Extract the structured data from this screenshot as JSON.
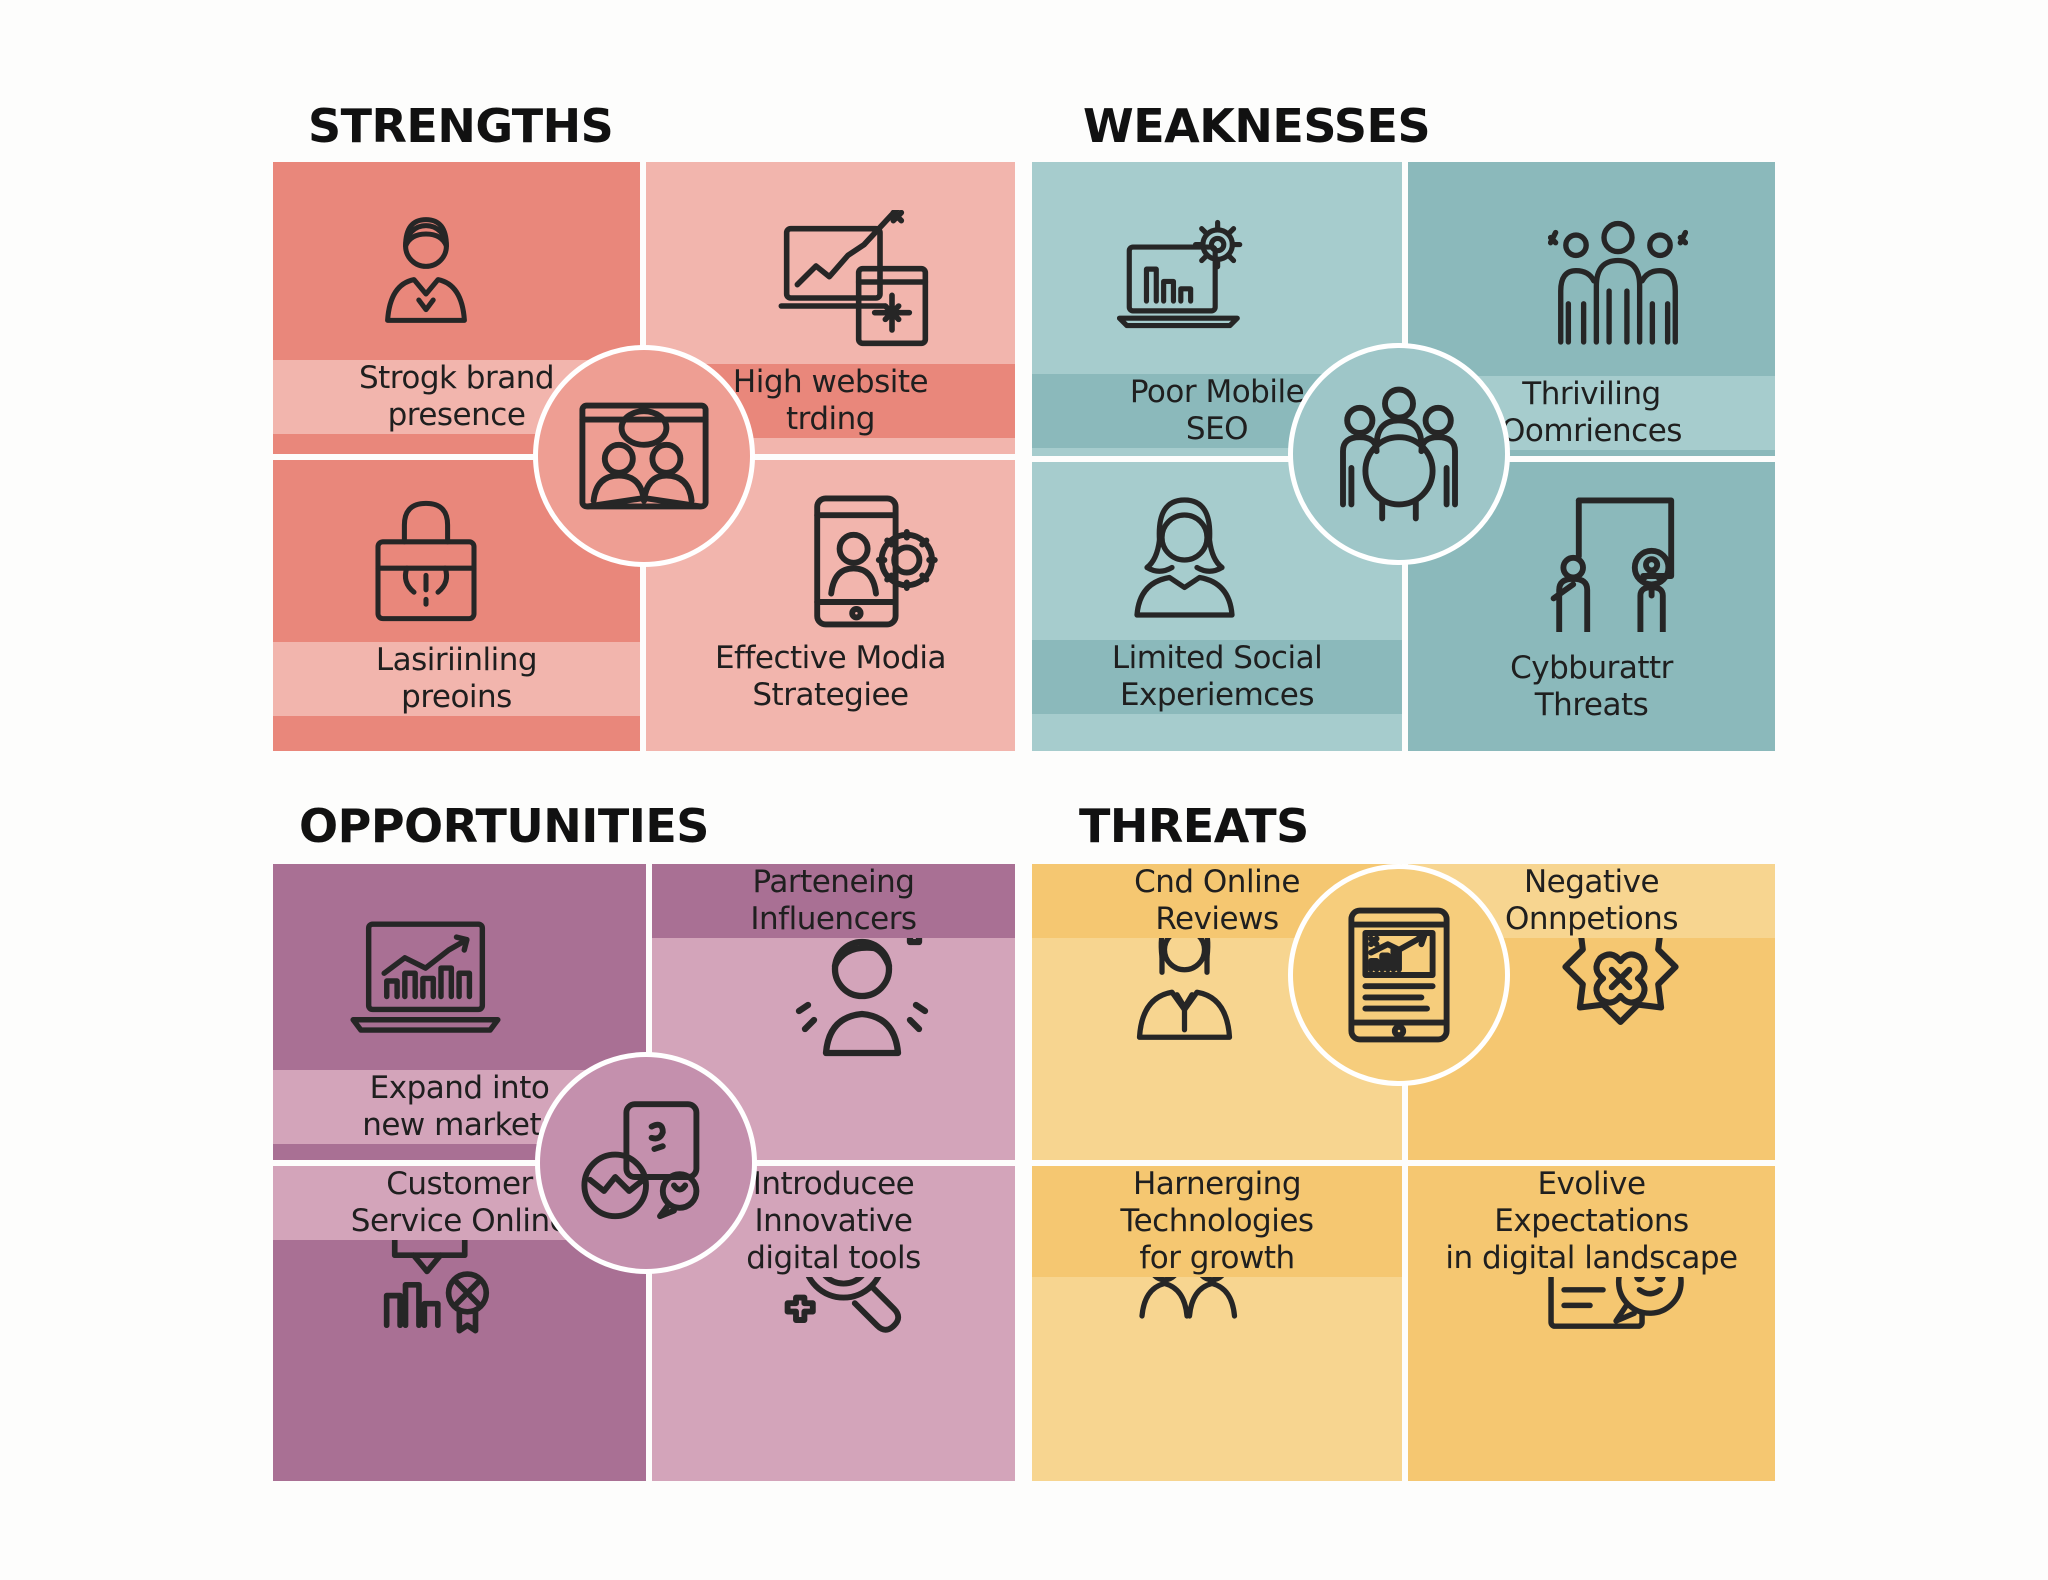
{
  "colors": {
    "strengths_a": "#e9877b",
    "strengths_b": "#f2b5ad",
    "strengths_center": "#ee9e93",
    "weaknesses_a": "#a6cccd",
    "weaknesses_b": "#8bb9bb",
    "weaknesses_center": "#9ec6c8",
    "opportunities_a": "#a97094",
    "opportunities_b": "#d3a4ba",
    "opportunities_center": "#c490ad",
    "threats_a": "#f7d590",
    "threats_b": "#f5c771",
    "threats_center": "#f6cd7c",
    "divider": "#ffffff"
  },
  "strengths": {
    "heading": "STRENGTHS",
    "center_icon": "video-call-icon",
    "cells": [
      {
        "icon": "person-icon",
        "lines": [
          "Strogk brand",
          "presence"
        ]
      },
      {
        "icon": "website-trend-icon",
        "lines": [
          "High website",
          "trding"
        ]
      },
      {
        "icon": "shopping-bag-icon",
        "lines": [
          "Lasiriinling",
          "preoins"
        ]
      },
      {
        "icon": "mobile-media-icon",
        "lines": [
          "Effective Modia",
          "Strategiee"
        ]
      }
    ]
  },
  "weaknesses": {
    "heading": "WEAKNESSES",
    "center_icon": "group-icon",
    "cells": [
      {
        "icon": "laptop-gear-icon",
        "lines": [
          "Poor Mobile",
          "SEO"
        ]
      },
      {
        "icon": "team-icon",
        "lines": [
          "Thriviling",
          "Oomriences"
        ]
      },
      {
        "icon": "woman-icon",
        "lines": [
          "Limited Social",
          "Experiemces"
        ]
      },
      {
        "icon": "presenter-icon",
        "lines": [
          "Cybburattr",
          "Threats"
        ]
      }
    ]
  },
  "opportunities": {
    "heading": "OPPORTUNITIES",
    "center_icon": "globe-chat-icon",
    "cells": [
      {
        "icon": "laptop-chart-icon",
        "lines": [
          "Expand into",
          "new markets"
        ]
      },
      {
        "icon": "influencer-icon",
        "lines": [
          "Parteneing",
          "Influencers"
        ]
      },
      {
        "icon": "service-award-icon",
        "lines": [
          "Customer",
          "Service Online"
        ]
      },
      {
        "icon": "magnifier-icon",
        "lines": [
          "Introducee",
          "Innovative",
          "digital tools"
        ]
      }
    ]
  },
  "threats": {
    "heading": "THREATS",
    "center_icon": "tablet-chart-icon",
    "cells": [
      {
        "icon": "reviewer-icon",
        "lines": [
          "Cnd Online",
          "Reviews"
        ]
      },
      {
        "icon": "puzzle-icon",
        "lines": [
          "Negative",
          "Onnpetions"
        ]
      },
      {
        "icon": "cloud-people-icon",
        "lines": [
          "Harnerging",
          "Technologies",
          "for growth"
        ]
      },
      {
        "icon": "document-chat-icon",
        "lines": [
          "Evolive",
          "Expectations",
          "in digital landscape"
        ]
      }
    ]
  }
}
